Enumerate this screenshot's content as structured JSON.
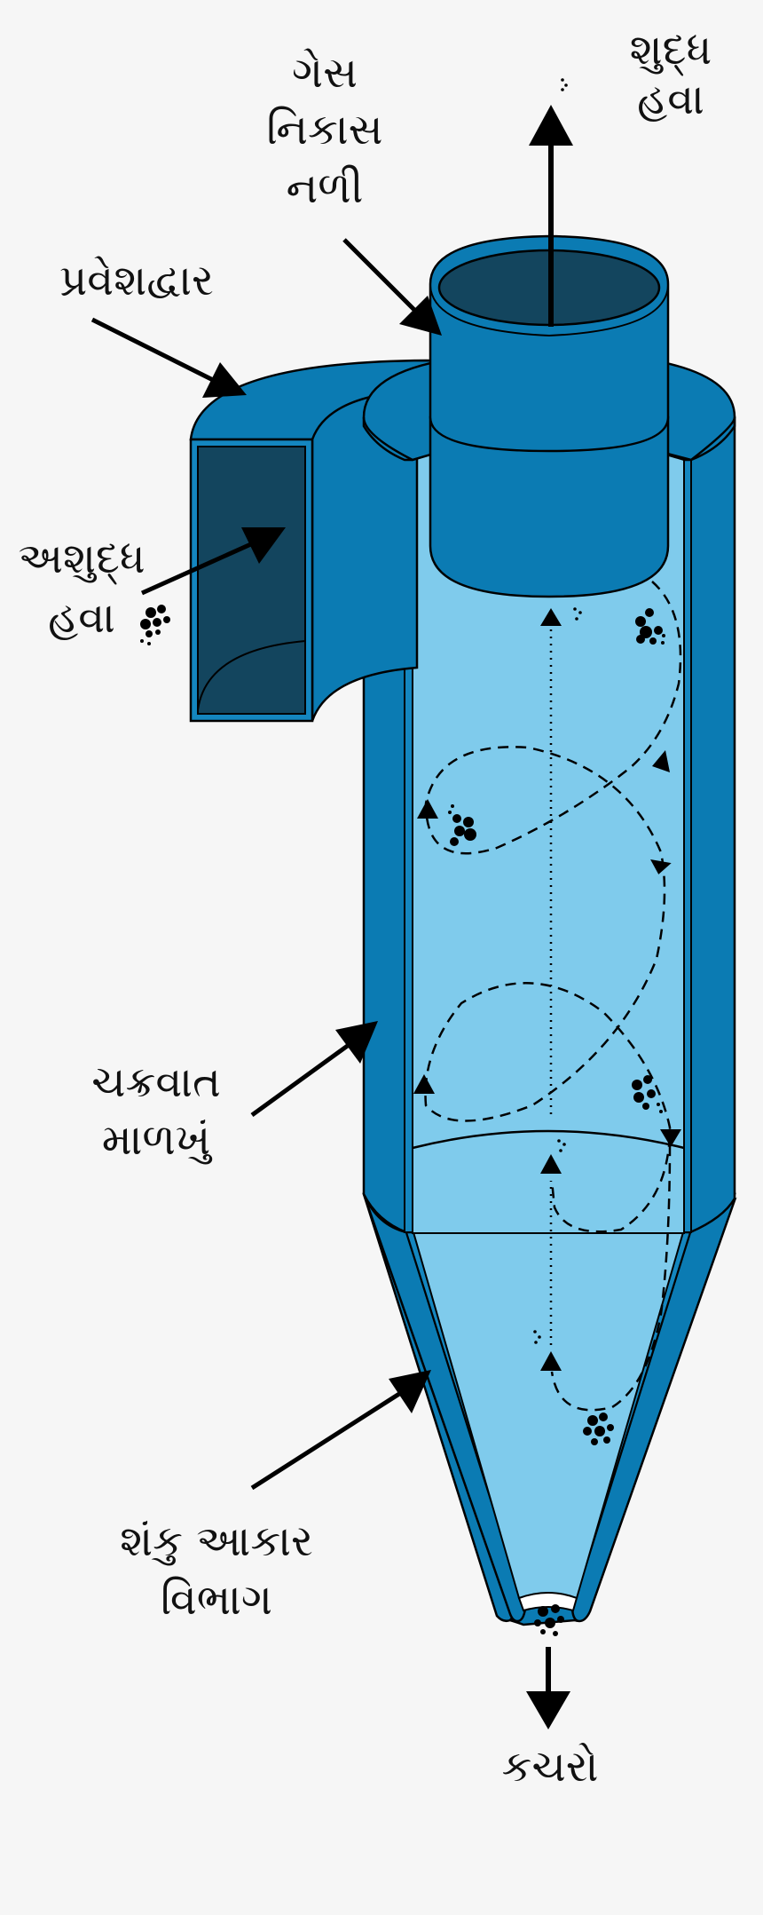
{
  "labels": {
    "gas_outlet": [
      "ગેસ",
      "નિકાસ",
      "નળી"
    ],
    "clean_air": [
      "શુદ્ધ",
      "હવા"
    ],
    "inlet": "પ્રવેશદ્વાર",
    "dirty_air": [
      "અશુદ્ધ",
      "હવા"
    ],
    "cyclone_body": [
      "ચક્રવાત",
      "માળખું"
    ],
    "cone_section": [
      "શંકુ આકાર",
      "વિભાગ"
    ],
    "waste": "કચરો"
  },
  "colors": {
    "background": "#f6f6f6",
    "body_dark": "#0b7bb3",
    "body_mid": "#1486bf",
    "interior": "#7fcbec",
    "opening": "#13455e",
    "outline": "#0a0a0a"
  }
}
